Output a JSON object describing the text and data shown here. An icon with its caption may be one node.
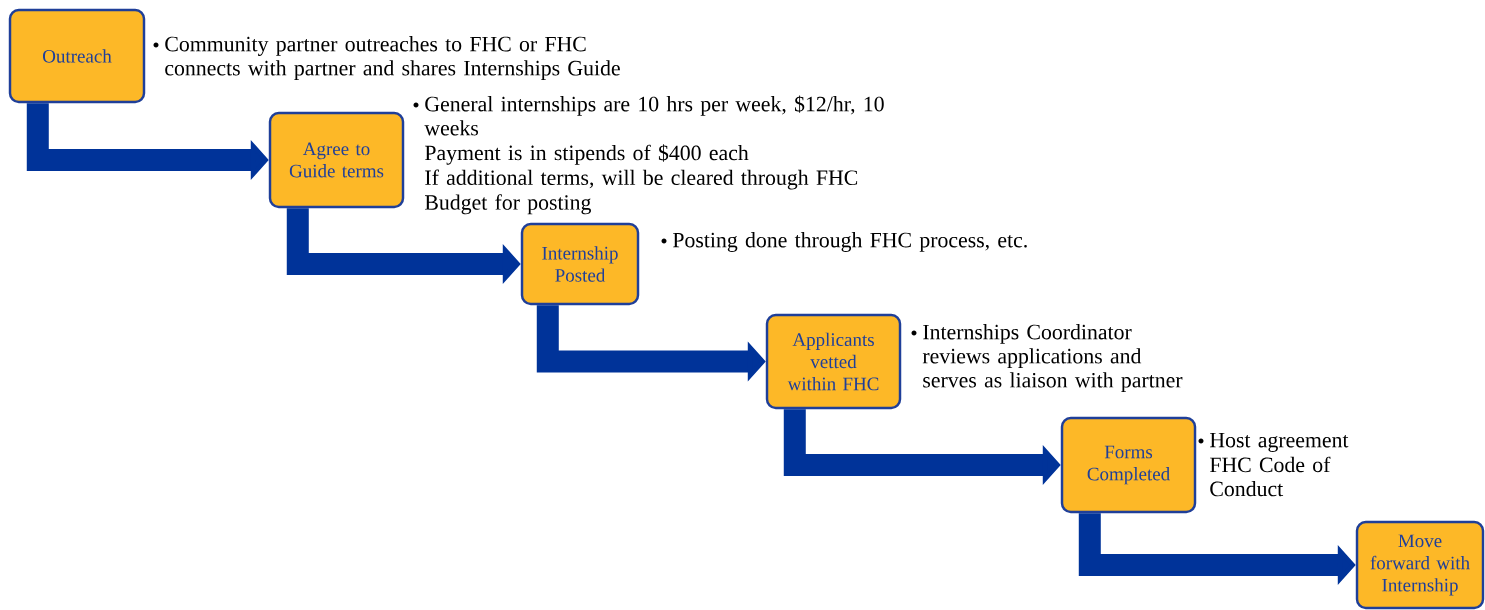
{
  "diagram": {
    "nodes": [
      {
        "text": [
          "Outreach"
        ],
        "beside": [
          "Community partner outreaches to FHC or FHC connects with partner and shares Internships Guide"
        ]
      },
      {
        "text": [
          "Agree to Guide terms"
        ],
        "beside": [
          "General internships are 10 hrs per week, $12/hr, 10 weeks",
          "Payment is in stipends of $400 each",
          "If additional terms, will be cleared through FHC",
          "Budget for posting"
        ]
      },
      {
        "text": [
          "Internship Posted"
        ],
        "beside": [
          "Posting done through FHC process, etc."
        ]
      },
      {
        "text": [
          "Applicants vetted within FHC"
        ],
        "beside": [
          "Internships Coordinator reviews applications and serves as liaison with partner"
        ]
      },
      {
        "text": [
          "Forms Completed"
        ],
        "beside": [
          "Host agreement",
          "FHC Code of Conduct"
        ]
      },
      {
        "text": [
          "Move forward with Internship"
        ]
      }
    ],
    "edges": [
      {
        "from": 0,
        "to": 1,
        "arrow": "to"
      },
      {
        "from": 1,
        "to": 2,
        "arrow": "to"
      },
      {
        "from": 2,
        "to": 3,
        "arrow": "to"
      },
      {
        "from": 3,
        "to": 4,
        "arrow": "to"
      },
      {
        "from": 4,
        "to": 5,
        "arrow": "to"
      }
    ]
  }
}
